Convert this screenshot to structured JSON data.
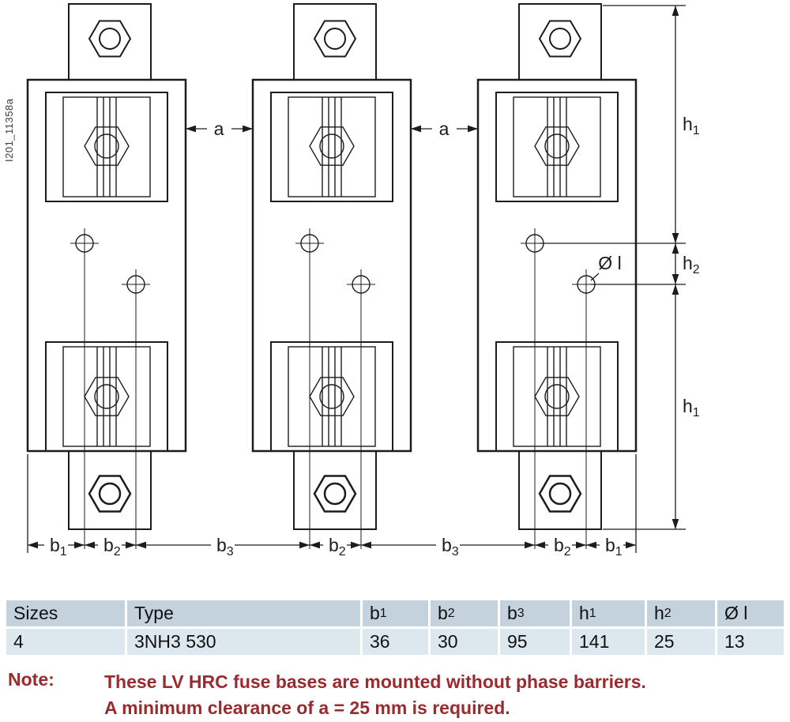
{
  "colors": {
    "line": "#1c1c1c",
    "table_header_bg": "#c3d2dc",
    "table_row_bg": "#dde8ee",
    "note_text": "#992b2e",
    "background": "#ffffff"
  },
  "diagram": {
    "code": "I201_11358a",
    "dim_a": "a",
    "dim_h_base": "h",
    "dim_b_base": "b",
    "sub_1": "1",
    "sub_2": "2",
    "sub_3": "3",
    "dim_dia": "Ø l"
  },
  "table": {
    "headers": [
      {
        "base": "Sizes",
        "sub": ""
      },
      {
        "base": "Type",
        "sub": ""
      },
      {
        "base": "b",
        "sub": "1"
      },
      {
        "base": "b",
        "sub": "2"
      },
      {
        "base": "b",
        "sub": "3"
      },
      {
        "base": "h",
        "sub": "1"
      },
      {
        "base": "h",
        "sub": "2"
      },
      {
        "base": "Ø l",
        "sub": ""
      }
    ],
    "row": [
      "4",
      "3NH3 530",
      "36",
      "30",
      "95",
      "141",
      "25",
      "13"
    ]
  },
  "note": {
    "label": "Note:",
    "line1": "These LV HRC fuse bases are mounted without phase barriers.",
    "line2": "A minimum clearance of a = 25 mm is required."
  }
}
